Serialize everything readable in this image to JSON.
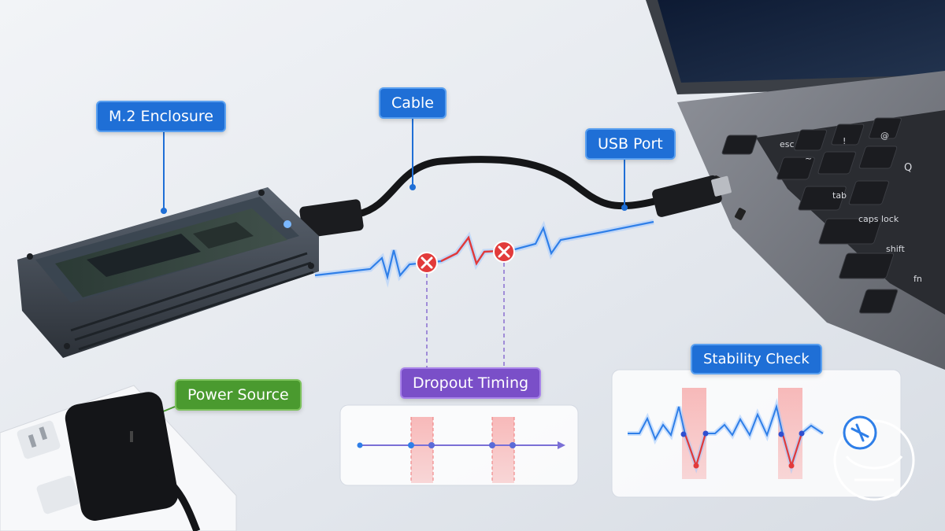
{
  "labels": {
    "enclosure": "M.2 Enclosure",
    "cable": "Cable",
    "usb_port": "USB Port",
    "power": "Power Source",
    "dropout": "Dropout Timing",
    "stability": "Stability Check"
  },
  "keyboard": {
    "esc": "esc",
    "tilde": "~",
    "one": "!",
    "two": "@",
    "tab": "tab",
    "q": "Q",
    "caps": "caps lock",
    "shift": "shift",
    "fn": "fn"
  },
  "colors": {
    "callout_blue": "#1f6fd6",
    "callout_green": "#4a9a2f",
    "callout_purple": "#7a4fc8",
    "error_red": "#e23a3a",
    "signal_blue": "#2f7fe8"
  }
}
